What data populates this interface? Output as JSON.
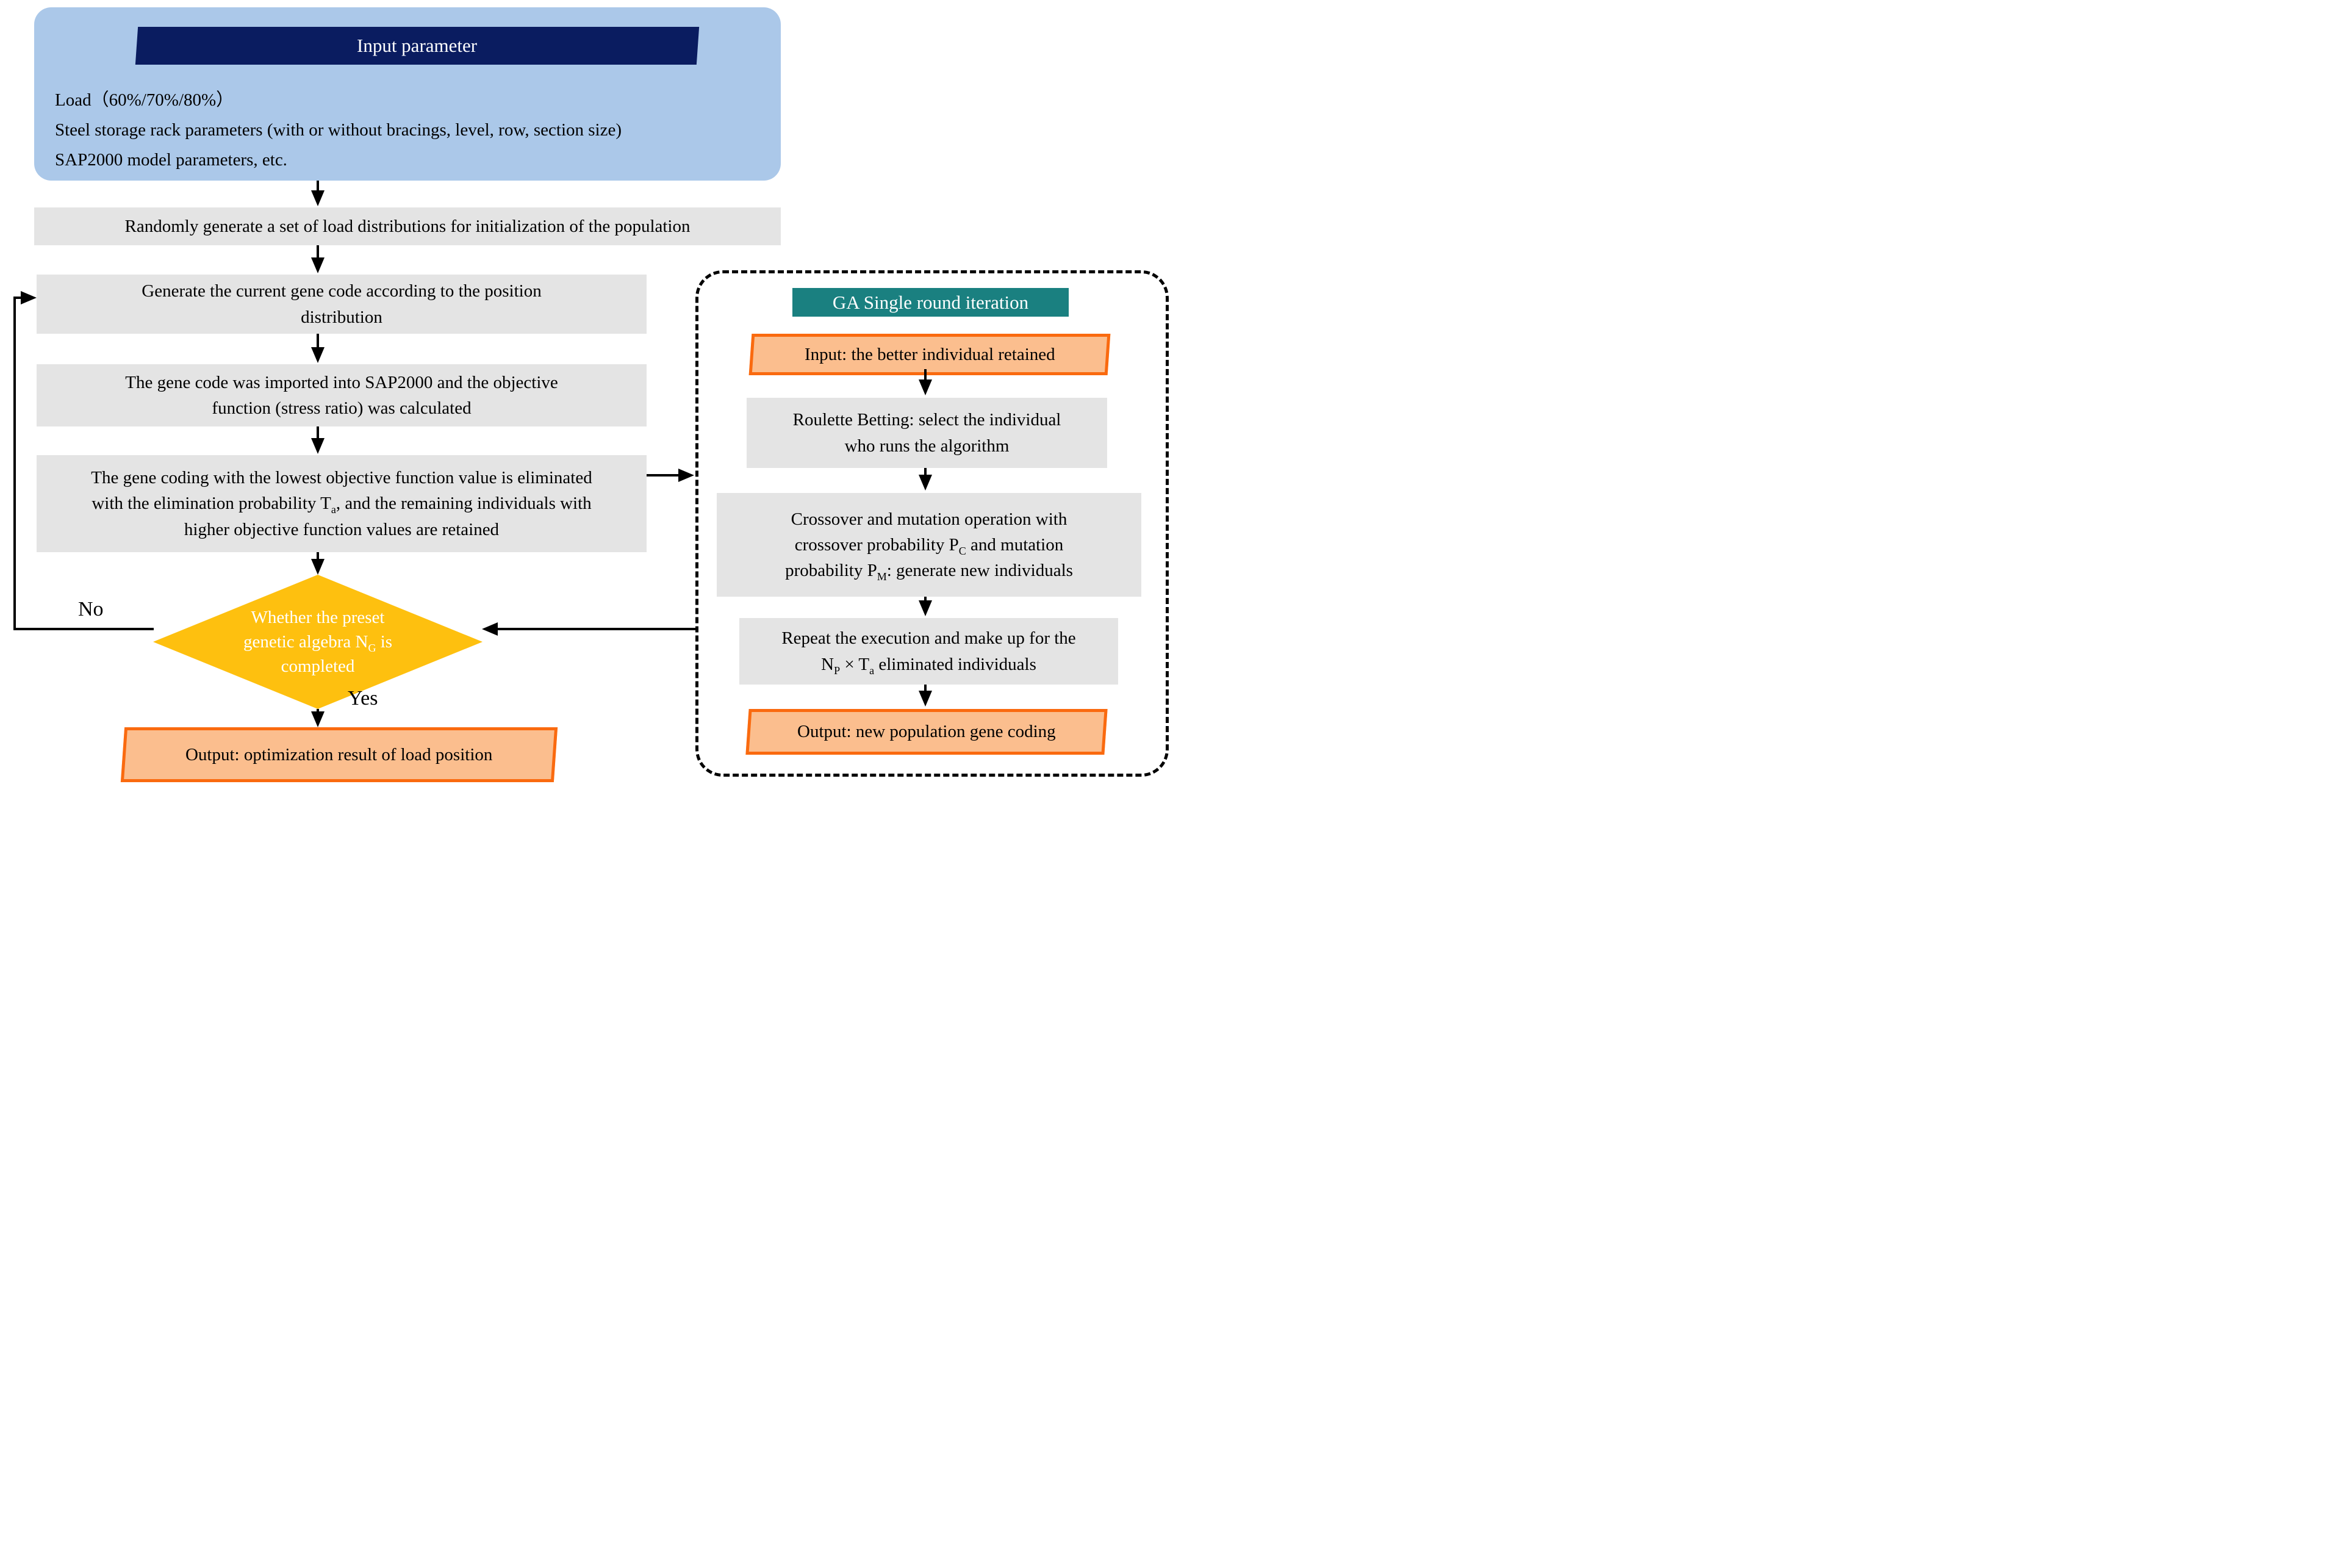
{
  "input_panel": {
    "header": "Input parameter",
    "lines": [
      "Load（60%/70%/80%）",
      "Steel storage rack parameters (with or without bracings, level, row, section size)",
      "SAP2000 model parameters, etc."
    ]
  },
  "steps": {
    "init": "Randomly generate a set of load distributions for initialization of the population",
    "generate": "Generate the current gene code according to the position distribution",
    "import": "The gene code was imported into SAP2000 and the objective function (stress ratio) was calculated",
    "elimination": [
      {
        "t": "The gene coding with the lowest objective function value is eliminated with the elimination probability T"
      },
      {
        "t": "a",
        "sub": true
      },
      {
        "t": ", and the remaining individuals with higher objective function values are retained"
      }
    ]
  },
  "decision": {
    "question": [
      {
        "t": "Whether the preset genetic algebra N"
      },
      {
        "t": "G",
        "sub": true
      },
      {
        "t": " is completed"
      }
    ],
    "no": "No",
    "yes": "Yes"
  },
  "output": {
    "label": "Output: optimization result of load position"
  },
  "ga": {
    "title": "GA Single round iteration",
    "input": "Input: the better individual retained",
    "roulette": "Roulette Betting: select the individual who runs the algorithm",
    "crossover": [
      {
        "t": "Crossover and mutation operation with crossover probability P"
      },
      {
        "t": "C",
        "sub": true
      },
      {
        "t": " and mutation probability P"
      },
      {
        "t": "M",
        "sub": true
      },
      {
        "t": ": generate new individuals"
      }
    ],
    "repeat": [
      {
        "t": "Repeat the execution and make up for the N"
      },
      {
        "t": "P",
        "sub": true
      },
      {
        "t": " × T"
      },
      {
        "t": "a",
        "sub": true
      },
      {
        "t": " eliminated individuals"
      }
    ],
    "output": "Output: new population gene coding"
  },
  "colors": {
    "panel_blue": "#ABC8E9",
    "banner_navy": "#0A1C60",
    "box_gray": "#E4E4E4",
    "diamond_yellow": "#FEC00F",
    "teal": "#1A8080",
    "orange_border": "#FA6A0F",
    "orange_fill": "#FBBE8E"
  }
}
